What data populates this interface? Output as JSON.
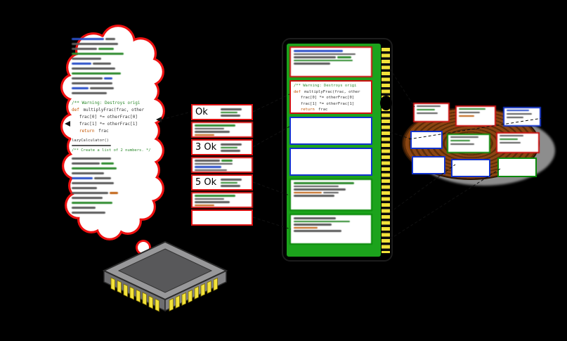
{
  "colors": {
    "background": "#000000",
    "bubble_border": "#ee1111",
    "stack_border": "#dd1111",
    "ram_pcb": "#1ca31c",
    "pin_gold": "#f2e23a",
    "disk_brown": "#8a4512",
    "disk_groove": "#5d2d08",
    "block_red": "#cc1111",
    "block_blue": "#1133cc",
    "block_green": "#0a8a0a",
    "code_comment": "#2e8b2e",
    "code_keyword": "#c45500",
    "code_plain": "#333333"
  },
  "stack": {
    "labels": [
      "Ok",
      "3 Ok",
      "5 Ok"
    ]
  },
  "code": {
    "main": [
      [
        {
          "text": "/** Warning: Destroys origi",
          "c": "com"
        }
      ],
      [
        {
          "text": "def ",
          "c": "kw"
        },
        {
          "text": "multiplyFrac(frac, other",
          "c": "pl"
        }
      ],
      [
        {
          "text": "   frac[0] *= otherFrac[0]",
          "c": "pl"
        }
      ],
      [
        {
          "text": "   frac[1] *= otherFrac[1]",
          "c": "pl"
        }
      ],
      [
        {
          "text": "   return ",
          "c": "kw"
        },
        {
          "text": "frac",
          "c": "pl"
        }
      ]
    ],
    "bubble_mid": [
      [
        {
          "text": "lazyCalculator()",
          "c": "pl"
        }
      ],
      [
        {
          "bar": 56,
          "c": "pl"
        }
      ],
      [
        {
          "text": "/** Create a list of 2 numbers. */",
          "c": "com"
        }
      ]
    ],
    "bubble_top": [
      [
        {
          "bar": 46,
          "c": "bl"
        },
        {
          "bar": 14,
          "c": "pl"
        }
      ],
      [
        {
          "bar": 66,
          "c": "pl"
        }
      ],
      [
        {
          "bar": 36,
          "c": "pl"
        },
        {
          "bar": 22,
          "c": "gr"
        }
      ],
      [
        {
          "bar": 74,
          "c": "gr"
        }
      ],
      [
        {
          "bar": 42,
          "c": "pl"
        }
      ],
      [
        {
          "bar": 28,
          "c": "bl"
        },
        {
          "bar": 26,
          "c": "pl"
        }
      ],
      [
        {
          "bar": 62,
          "c": "pl"
        }
      ],
      [
        {
          "bar": 70,
          "c": "gr"
        }
      ],
      [
        {
          "bar": 44,
          "c": "pl"
        },
        {
          "bar": 12,
          "c": "bl"
        }
      ],
      [
        {
          "bar": 58,
          "c": "pl"
        }
      ],
      [
        {
          "bar": 24,
          "c": "bl"
        },
        {
          "bar": 34,
          "c": "pl"
        }
      ],
      [
        {
          "bar": 50,
          "c": "pl"
        }
      ]
    ],
    "bubble_bottom": [
      [
        {
          "bar": 56,
          "c": "pl"
        }
      ],
      [
        {
          "bar": 40,
          "c": "pl"
        },
        {
          "bar": 18,
          "c": "gr"
        }
      ],
      [
        {
          "bar": 64,
          "c": "gr"
        }
      ],
      [
        {
          "bar": 46,
          "c": "pl"
        }
      ],
      [
        {
          "bar": 30,
          "c": "bl"
        },
        {
          "bar": 24,
          "c": "pl"
        }
      ],
      [
        {
          "bar": 60,
          "c": "pl"
        }
      ],
      [
        {
          "bar": 36,
          "c": "pl"
        }
      ],
      [
        {
          "bar": 52,
          "c": "pl"
        },
        {
          "bar": 12,
          "c": "or"
        }
      ],
      [
        {
          "bar": 44,
          "c": "pl"
        }
      ],
      [
        {
          "bar": 58,
          "c": "gr"
        }
      ],
      [
        {
          "bar": 34,
          "c": "pl"
        }
      ],
      [
        {
          "bar": 48,
          "c": "pl"
        }
      ]
    ],
    "stack_a": [
      [
        {
          "bar": 58,
          "c": "gr"
        }
      ],
      [
        {
          "bar": 42,
          "c": "pl"
        }
      ],
      [
        {
          "bar": 50,
          "c": "pl"
        }
      ],
      [
        {
          "bar": 28,
          "c": "or"
        }
      ]
    ],
    "stack_b": [
      [
        {
          "bar": 36,
          "c": "pl"
        },
        {
          "bar": 16,
          "c": "gr"
        }
      ],
      [
        {
          "bar": 54,
          "c": "pl"
        }
      ],
      [
        {
          "bar": 38,
          "c": "bl"
        }
      ],
      [
        {
          "bar": 46,
          "c": "pl"
        }
      ]
    ],
    "stack_side": [
      [
        {
          "bar": 30,
          "c": "pl"
        }
      ],
      [
        {
          "bar": 24,
          "c": "gr"
        }
      ],
      [
        {
          "bar": 28,
          "c": "pl"
        }
      ]
    ],
    "ram_top": [
      [
        {
          "bar": 70,
          "c": "bl"
        }
      ],
      [
        {
          "bar": 88,
          "c": "pl"
        }
      ],
      [
        {
          "bar": 60,
          "c": "pl"
        },
        {
          "bar": 20,
          "c": "gr"
        }
      ],
      [
        {
          "bar": 84,
          "c": "gr"
        }
      ],
      [
        {
          "bar": 52,
          "c": "pl"
        }
      ]
    ],
    "ram_g1": [
      [
        {
          "bar": 86,
          "c": "gr"
        }
      ],
      [
        {
          "bar": 64,
          "c": "pl"
        }
      ],
      [
        {
          "bar": 74,
          "c": "pl"
        }
      ],
      [
        {
          "bar": 40,
          "c": "or"
        },
        {
          "bar": 22,
          "c": "pl"
        }
      ],
      [
        {
          "bar": 58,
          "c": "pl"
        }
      ]
    ],
    "ram_g2": [
      [
        {
          "bar": 60,
          "c": "pl"
        }
      ],
      [
        {
          "bar": 80,
          "c": "gr"
        }
      ],
      [
        {
          "bar": 54,
          "c": "pl"
        }
      ],
      [
        {
          "bar": 34,
          "c": "or"
        }
      ],
      [
        {
          "bar": 68,
          "c": "pl"
        }
      ]
    ],
    "disk_s1": [
      [
        {
          "bar": 34,
          "c": "pl"
        }
      ],
      [
        {
          "bar": 26,
          "c": "gr"
        }
      ],
      [
        {
          "bar": 30,
          "c": "pl"
        }
      ]
    ],
    "disk_s2": [
      [
        {
          "bar": 38,
          "c": "gr"
        }
      ],
      [
        {
          "bar": 30,
          "c": "pl"
        }
      ],
      [
        {
          "bar": 22,
          "c": "or"
        }
      ]
    ],
    "disk_s3": [
      [
        {
          "bar": 32,
          "c": "bl"
        }
      ],
      [
        {
          "bar": 36,
          "c": "pl"
        }
      ],
      [
        {
          "bar": 24,
          "c": "pl"
        }
      ]
    ],
    "disk_s4": [
      [
        {
          "bar": 40,
          "c": "pl"
        }
      ],
      [
        {
          "bar": 28,
          "c": "gr"
        }
      ],
      [
        {
          "bar": 34,
          "c": "pl"
        }
      ]
    ]
  }
}
